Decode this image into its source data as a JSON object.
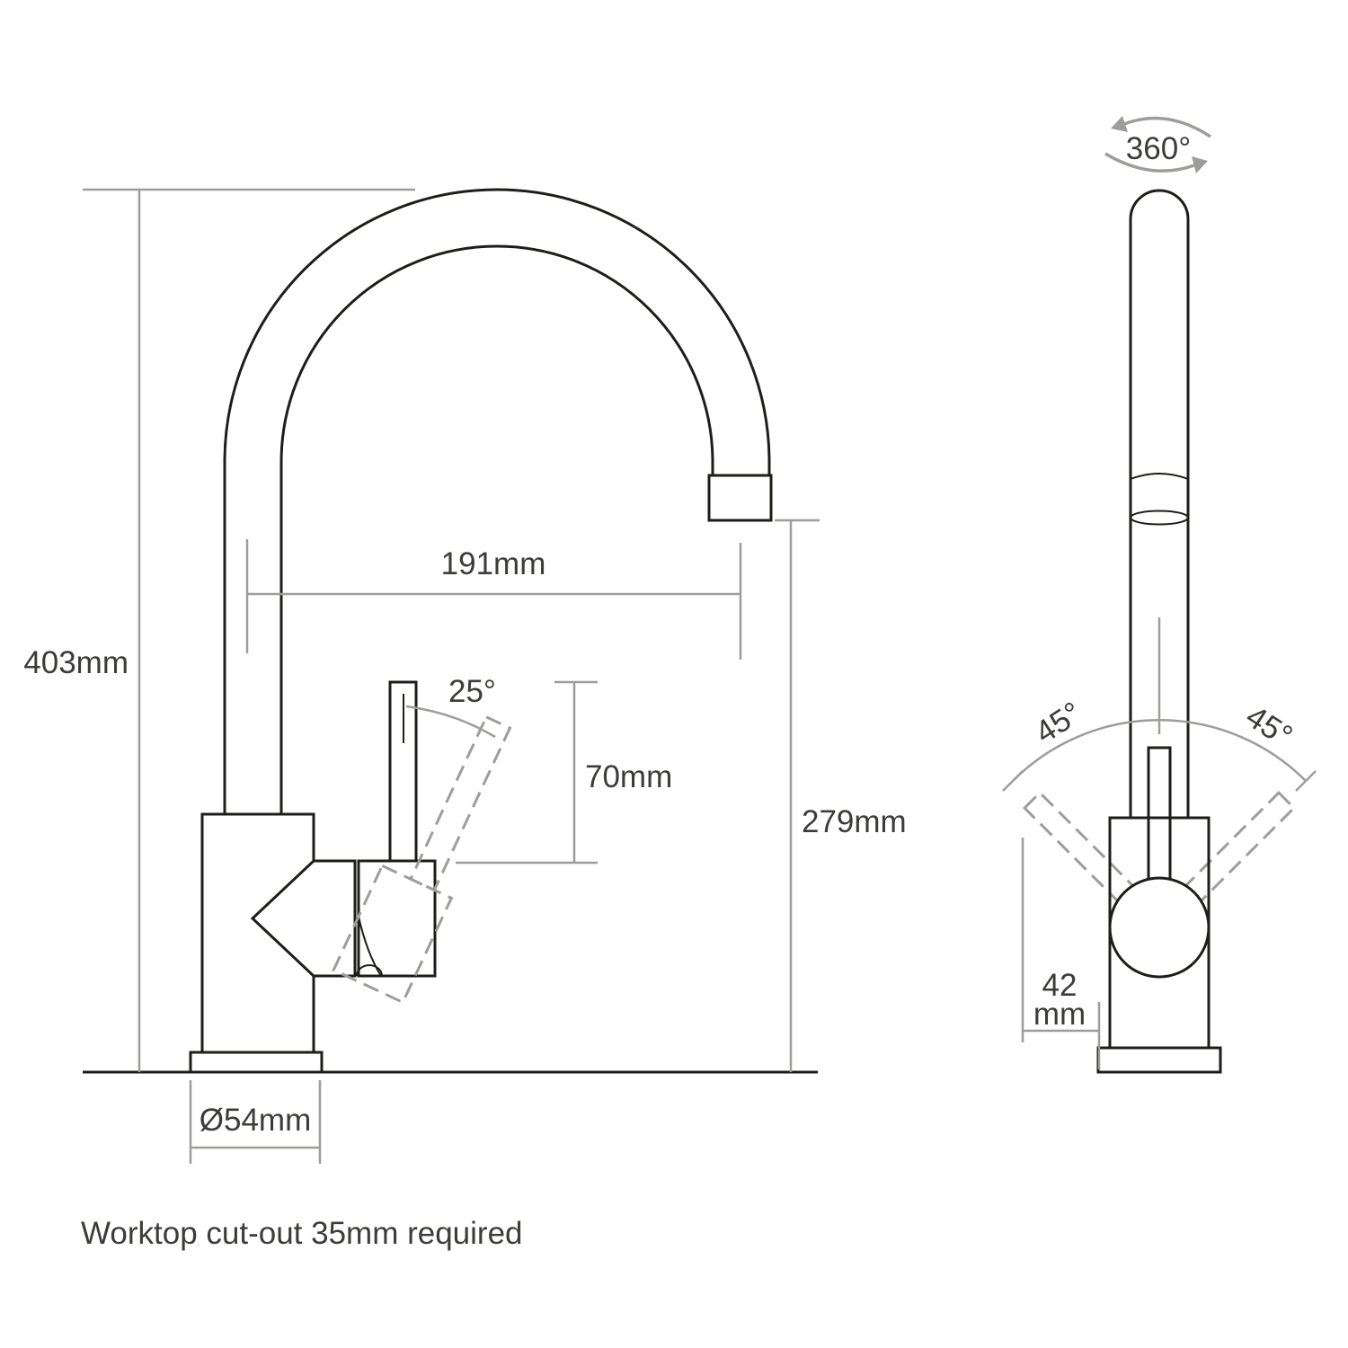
{
  "colors": {
    "background": "#ffffff",
    "outline": "#1d1d1b",
    "dimension_line": "#9d9d9c",
    "label_text": "#3c3c3b"
  },
  "note": "Worktop cut-out 35mm required",
  "side_view": {
    "height_label": "403mm",
    "reach_label": "191mm",
    "spout_clearance_label": "279mm",
    "handle_tilt_label": "25°",
    "handle_length_label": "70mm",
    "base_diameter_label": "Ø54mm"
  },
  "front_view": {
    "swivel_label": "360°",
    "swing_left_label": "45°",
    "swing_right_label": "45°",
    "clearance_value": "42",
    "clearance_unit": "mm"
  }
}
